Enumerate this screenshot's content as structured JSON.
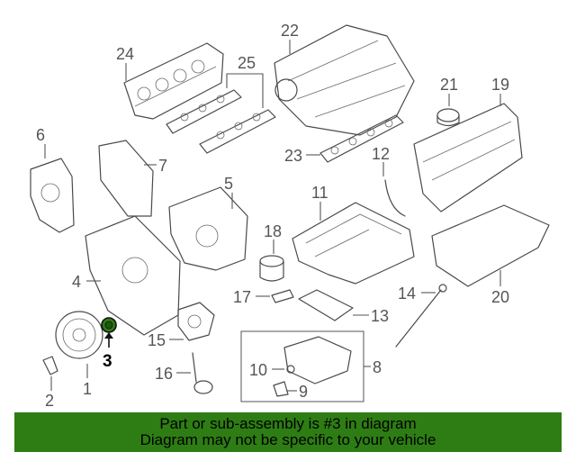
{
  "callouts": {
    "c1": "1",
    "c2": "2",
    "c3": "3",
    "c4": "4",
    "c5": "5",
    "c6": "6",
    "c7": "7",
    "c8": "8",
    "c9": "9",
    "c10": "10",
    "c11": "11",
    "c12": "12",
    "c13": "13",
    "c14": "14",
    "c15": "15",
    "c16": "16",
    "c17": "17",
    "c18": "18",
    "c19": "19",
    "c20": "20",
    "c21": "21",
    "c22": "22",
    "c23": "23",
    "c24": "24",
    "c25": "25"
  },
  "highlight": {
    "part": "3",
    "color": "#2e7d14"
  },
  "banner": {
    "line1": "Part or sub-assembly is #3 in diagram",
    "line2": "Diagram may not be specific to your vehicle",
    "background": "#2e7d14"
  }
}
